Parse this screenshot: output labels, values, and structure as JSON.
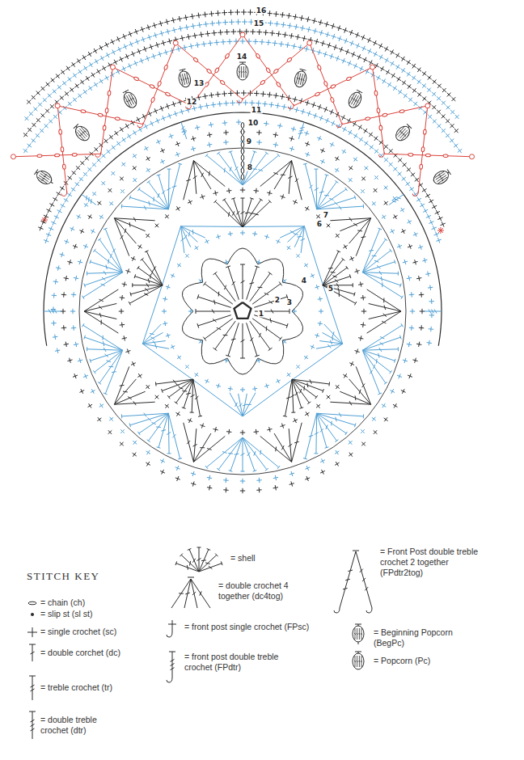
{
  "diagram": {
    "labels": [
      "1",
      "2",
      "3",
      "4",
      "5",
      "6",
      "7",
      "8",
      "9",
      "10",
      "11",
      "12",
      "13",
      "14",
      "15",
      "16",
      "STITCH KEY"
    ],
    "legend": [
      {
        "text": "= chain (ch)"
      },
      {
        "text": "= slip st (sl st)"
      },
      {
        "text": "= single crochet (sc)"
      },
      {
        "text": "= double corchet (dc)"
      },
      {
        "text": "= treble crochet (tr)"
      },
      {
        "text": "= double treble crochet (dtr)"
      },
      {
        "text": "= shell"
      },
      {
        "text": "= double crochet 4 together (dc4tog)"
      },
      {
        "text": "= front post single crochet (FPsc)"
      },
      {
        "text": "= front post double treble crochet (FPdtr)"
      },
      {
        "text": "= Front Post double treble crochet 2 together (FPdtr2tog)"
      },
      {
        "text": "= Beginning Popcorn (BegPc)"
      },
      {
        "text": "= Popcorn (Pc)"
      }
    ]
  }
}
